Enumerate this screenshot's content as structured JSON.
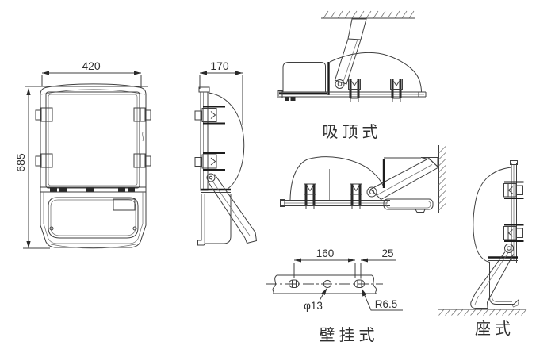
{
  "drawing": {
    "background": "#ffffff",
    "line_color": "#3f3f3f",
    "text_color": "#2f2f2f",
    "front_view": {
      "width_dim": "420",
      "height_dim": "685"
    },
    "side_view": {
      "depth_dim": "170"
    },
    "ceiling_view": {
      "label": "吸顶式"
    },
    "wall_view": {
      "label": "壁挂式"
    },
    "bracket_detail": {
      "hole_spacing_dim": "160",
      "end_offset_dim": "25",
      "hole_diameter_label": "φ13",
      "slot_radius_label": "R6.5"
    },
    "base_view": {
      "label": "座式"
    }
  }
}
